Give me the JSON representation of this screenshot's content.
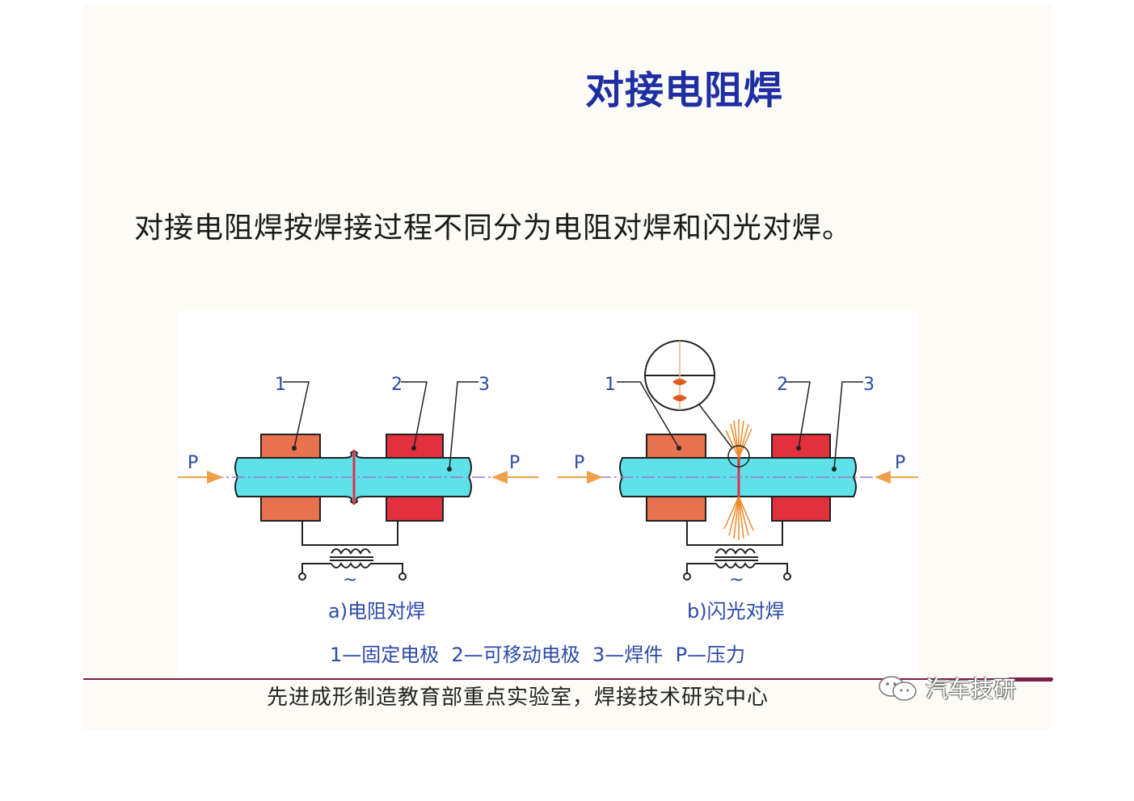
{
  "title": "对接电阻焊",
  "intro": "对接电阻焊按焊接过程不同分为电阻对焊和闪光对焊。",
  "diagram": {
    "left": {
      "caption": "a)电阻对焊",
      "labels": [
        "1",
        "2",
        "3"
      ],
      "force_left": "P",
      "force_right": "P",
      "ac_symbol": "~"
    },
    "right": {
      "caption": "b)闪光对焊",
      "labels": [
        "1",
        "2",
        "3"
      ],
      "force_left": "P",
      "force_right": "P",
      "ac_symbol": "~"
    },
    "legend": "1—固定电极  2—可移动电极  3—焊件  P—压力",
    "colors": {
      "fixed_electrode": "#e8714f",
      "movable_electrode": "#e2303f",
      "workpiece": "#5fe1ea",
      "arrow": "#f0a04a",
      "spark": "#f08a2a",
      "label": "#2e49a6"
    }
  },
  "footer": {
    "text": "先进成形制造教育部重点实验室，焊接技术研究中心",
    "watermark": "汽车技研"
  }
}
